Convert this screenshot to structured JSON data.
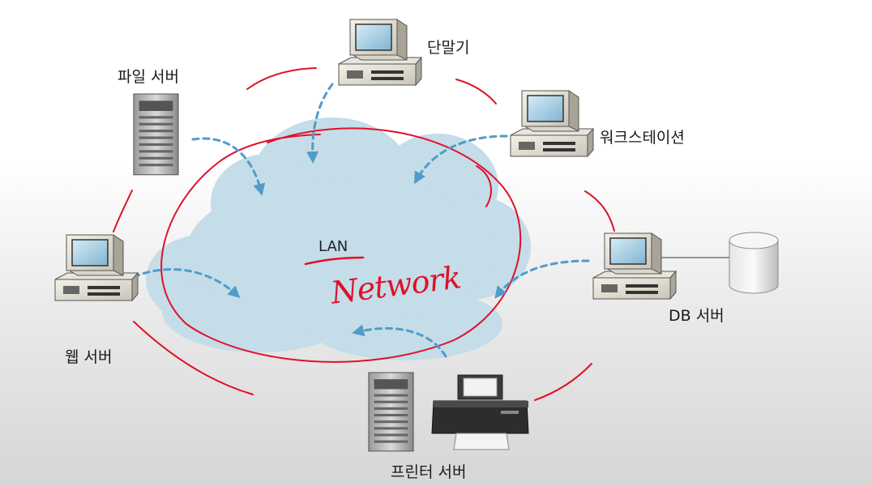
{
  "nodes": {
    "file_server": {
      "label": "파일 서버"
    },
    "terminal": {
      "label": "단말기"
    },
    "workstation": {
      "label": "워크스테이션"
    },
    "web_server": {
      "label": "웹 서버"
    },
    "db_server": {
      "label": "DB 서버"
    },
    "printer_server": {
      "label": "프린터 서버"
    }
  },
  "cloud": {
    "label": "LAN"
  },
  "annotation": {
    "text": "Network",
    "color": "#e0102a"
  },
  "colors": {
    "cloud_fill": "#c4dde8",
    "arrow": "#4f9cc9",
    "pen": "#e0102a"
  }
}
